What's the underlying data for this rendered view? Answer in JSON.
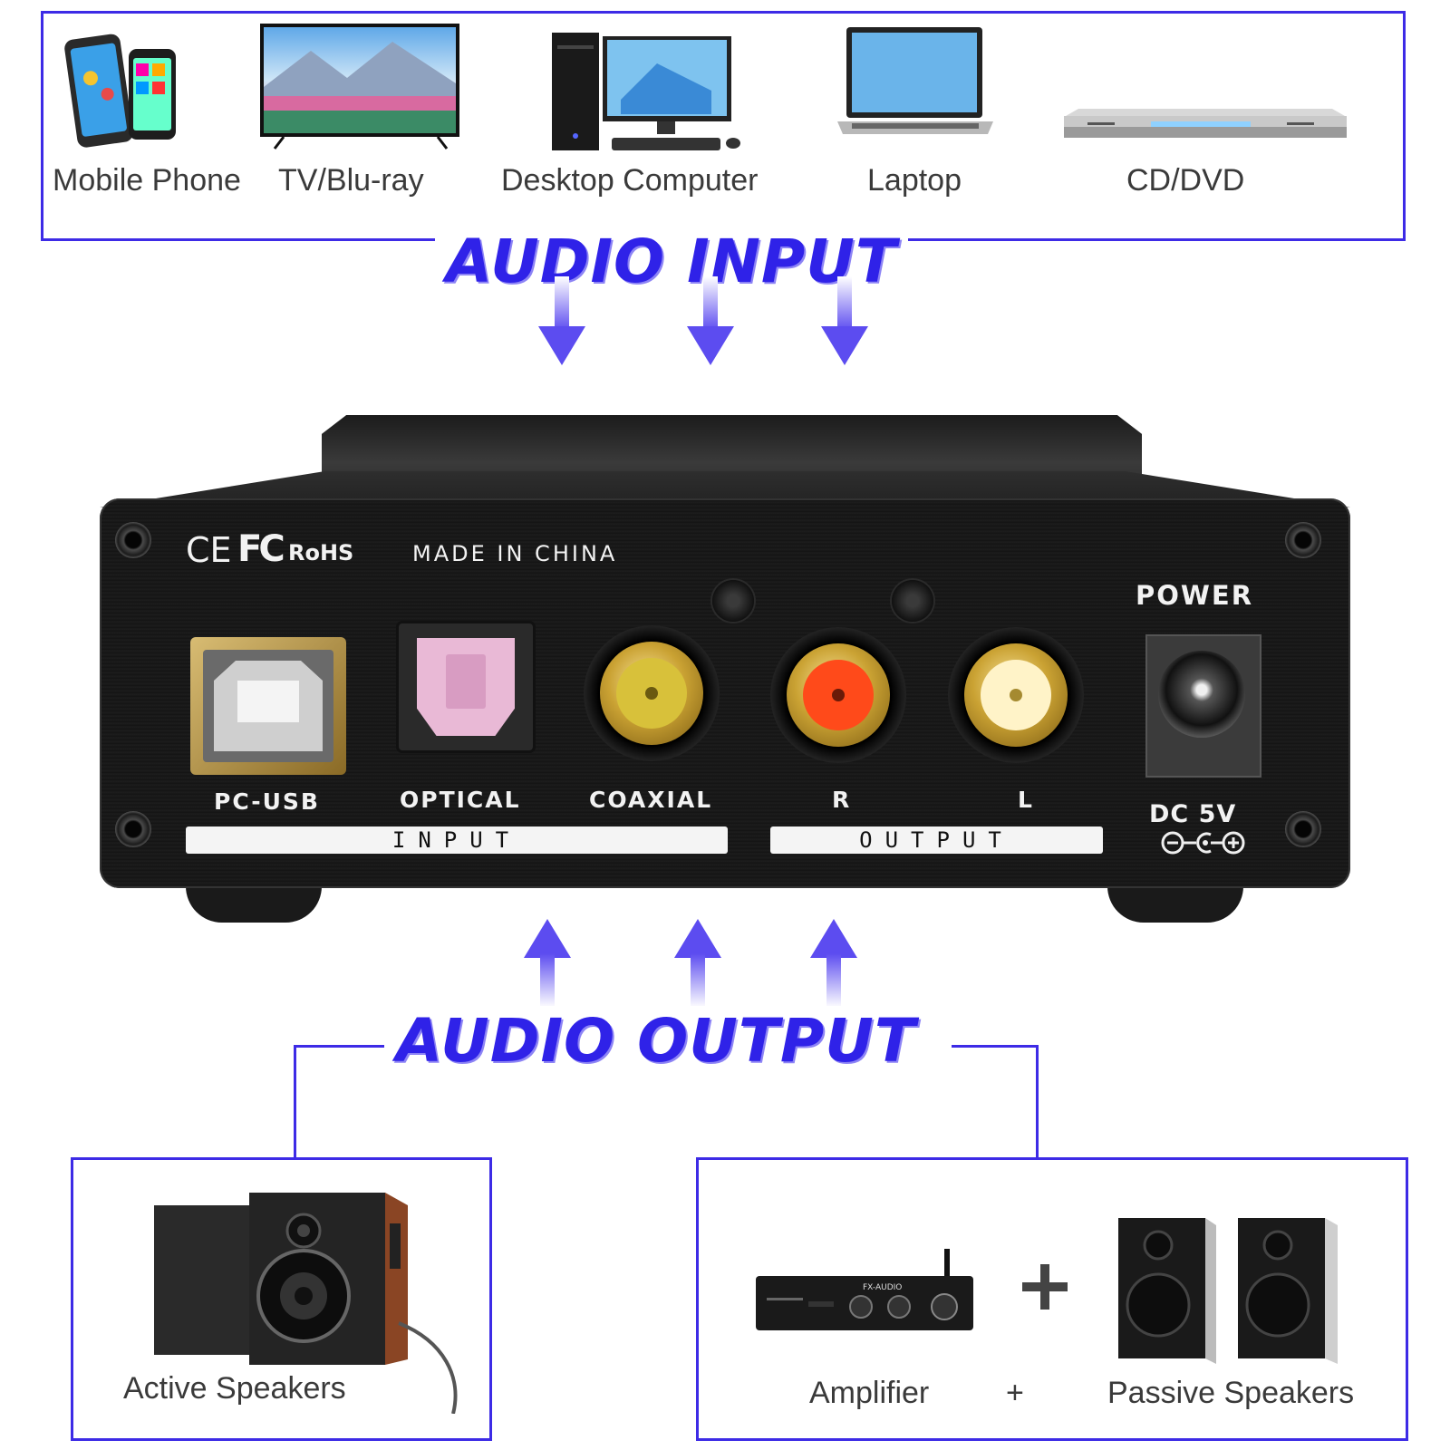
{
  "sources": {
    "items": [
      {
        "label": "Mobile Phone"
      },
      {
        "label": "TV/Blu-ray"
      },
      {
        "label": "Desktop Computer"
      },
      {
        "label": "Laptop"
      },
      {
        "label": "CD/DVD"
      }
    ]
  },
  "titles": {
    "audio_input": "AUDIO INPUT",
    "audio_output": "AUDIO OUTPUT"
  },
  "device": {
    "certifications": {
      "ce": "CE",
      "fc": "FC",
      "rohs": "RoHS"
    },
    "made_in": "MADE IN CHINA",
    "ports": {
      "pc_usb": "PC-USB",
      "optical": "OPTICAL",
      "coaxial": "COAXIAL",
      "r": "R",
      "l": "L",
      "power": "POWER",
      "dc": "DC 5V"
    },
    "bands": {
      "input": "INPUT",
      "output": "OUTPUT"
    }
  },
  "outputs": {
    "active_speakers": "Active Speakers",
    "amplifier": "Amplifier",
    "plus_symbol": "+",
    "passive_speakers": "Passive Speakers",
    "amp_brand": "FX-AUDIO"
  },
  "colors": {
    "frame": "#3d2be6",
    "title": "#2f22e8",
    "arrow": "#5c4cf0"
  }
}
